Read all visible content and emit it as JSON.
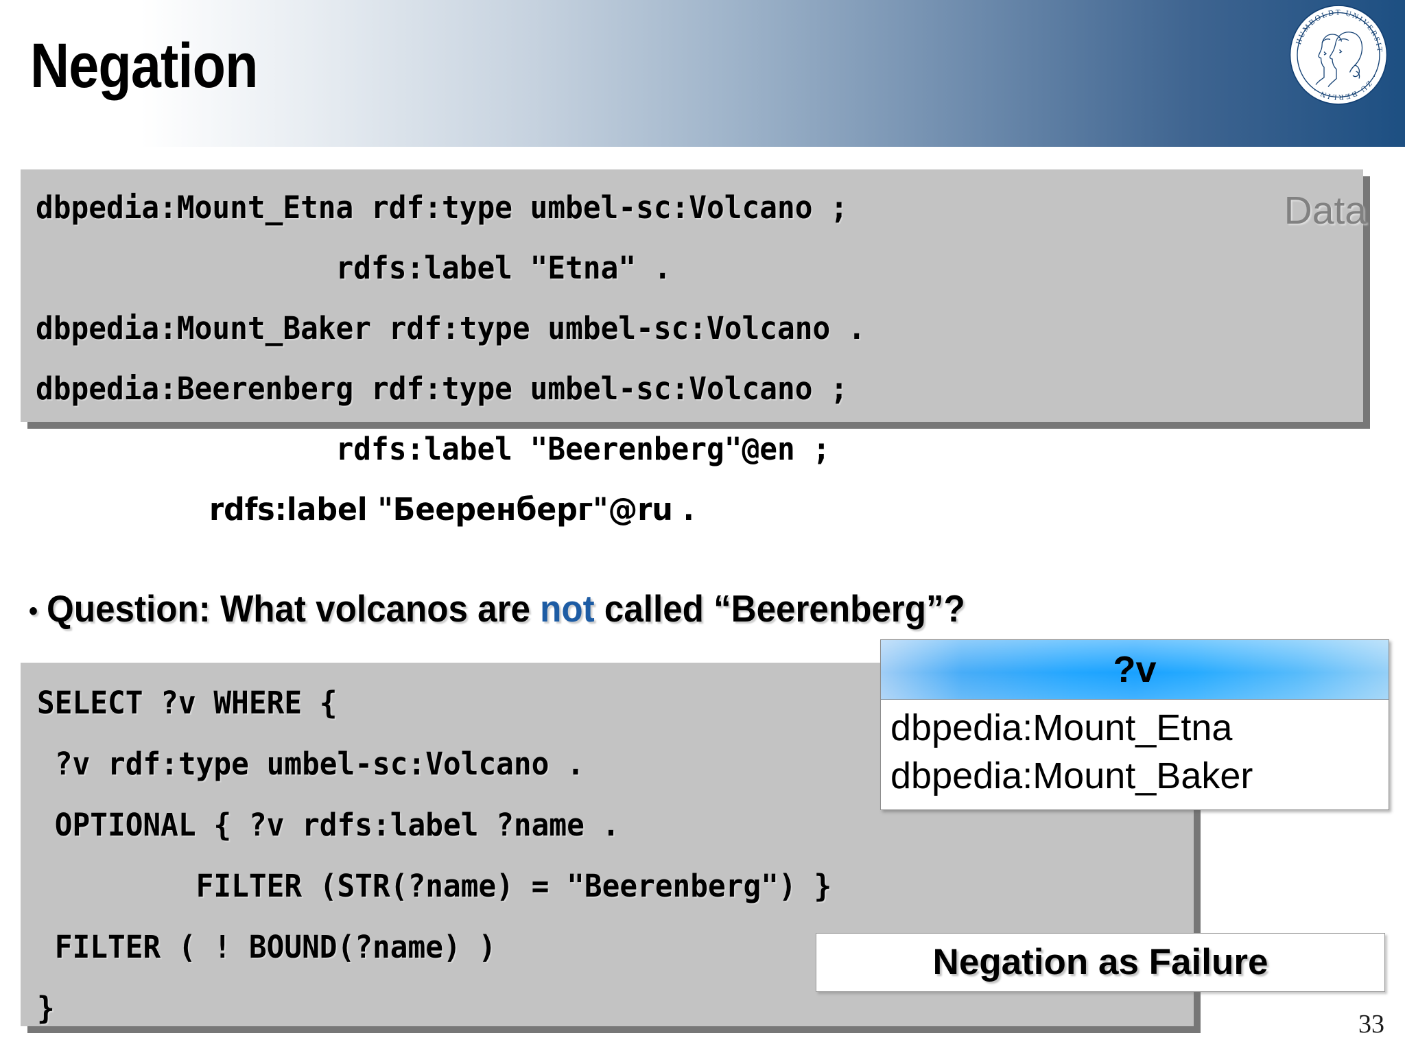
{
  "slide": {
    "title": "Negation",
    "page_number": "33",
    "logo_alt": "humboldt-universitaet-zu-berlin-seal",
    "logo_text": "HUMBOLDT-UNIVERSITÄT ZU BERLIN"
  },
  "data_box": {
    "label": "Data",
    "lines": [
      "dbpedia:Mount_Etna rdf:type umbel-sc:Volcano ;",
      "                 rdfs:label \"Etna\" .",
      "dbpedia:Mount_Baker rdf:type umbel-sc:Volcano .",
      "dbpedia:Beerenberg rdf:type umbel-sc:Volcano ;",
      "                 rdfs:label \"Beerenberg\"@en ;",
      "                 rdfs:label \"Бееренберг\"@ru ."
    ]
  },
  "question": {
    "bullet": "•",
    "prefix": "Question: What volcanos are ",
    "emphasis": "not",
    "suffix": " called “Beerenberg”?",
    "emphasis_color": "#1d5ca4"
  },
  "query_box": {
    "lines": [
      "SELECT ?v WHERE {",
      " ?v rdf:type umbel-sc:Volcano .",
      " OPTIONAL { ?v rdfs:label ?name .",
      "         FILTER (STR(?name) = \"Beerenberg\") }",
      " FILTER ( ! BOUND(?name) )",
      "}"
    ]
  },
  "results": {
    "header": "?v",
    "rows": [
      "dbpedia:Mount_Etna",
      "dbpedia:Mount_Baker"
    ]
  },
  "callout": {
    "label": "Negation as Failure"
  },
  "colors": {
    "header_gradient_start": "#ffffff",
    "header_gradient_end": "#1d4f82",
    "box_gray": "#c3c3c3",
    "box_shadow_gray": "#707070",
    "data_label_gray": "#818181",
    "accent_blue": "#1d5ca4",
    "table_header_blue": "#0c9cff"
  }
}
